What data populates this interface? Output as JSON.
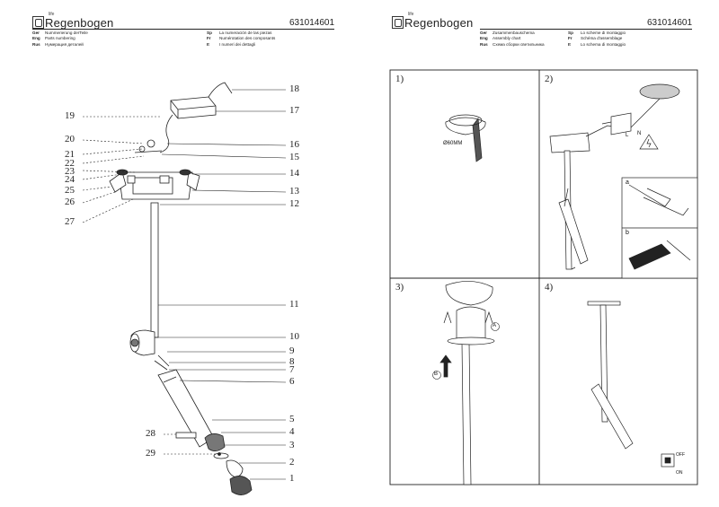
{
  "left_page": {
    "logo": {
      "brand": "Regenbogen",
      "sup": "life"
    },
    "code": "631014601",
    "legend": [
      {
        "lang": "Ger",
        "text": "Nummerierung derTeile"
      },
      {
        "lang": "Eng",
        "text": "Parts numbering"
      },
      {
        "lang": "Rus",
        "text": "Нумерация деталей"
      },
      {
        "lang": "Sp",
        "text": "La numeración de las piezas"
      },
      {
        "lang": "Fr",
        "text": "Numérotation des composants"
      },
      {
        "lang": "It",
        "text": "I numeri dei dettagli"
      }
    ],
    "part_numbers_right": [
      "18",
      "17",
      "16",
      "15",
      "14",
      "13",
      "12",
      "11",
      "10",
      "9",
      "8",
      "7",
      "6",
      "5",
      "4",
      "3",
      "2",
      "1"
    ],
    "part_numbers_left": [
      "19",
      "20",
      "21",
      "22",
      "23",
      "24",
      "25",
      "26",
      "27",
      "28",
      "29"
    ]
  },
  "right_page": {
    "logo": {
      "brand": "Regenbogen",
      "sup": "life"
    },
    "code": "631014601",
    "legend": [
      {
        "lang": "Ger",
        "text": "Zusammenbauschema"
      },
      {
        "lang": "Eng",
        "text": "Assembly chart"
      },
      {
        "lang": "Rus",
        "text": "Схема сборки светильника"
      },
      {
        "lang": "Sp",
        "text": "Lo scheme di montaggio"
      },
      {
        "lang": "Fr",
        "text": "Schéma d'assemblage"
      },
      {
        "lang": "It",
        "text": "Lo schema di montaggio"
      }
    ],
    "panels": [
      "1)",
      "2)",
      "3)",
      "4)"
    ],
    "diameter_label": "Ø60MM",
    "wire_labels": {
      "l": "L",
      "n": "N"
    },
    "inset_labels": {
      "a": "a",
      "b": "b"
    },
    "step_markers": {
      "a": "A",
      "b": "B"
    },
    "switch_labels": {
      "off": "OFF",
      "on": "ON"
    }
  }
}
